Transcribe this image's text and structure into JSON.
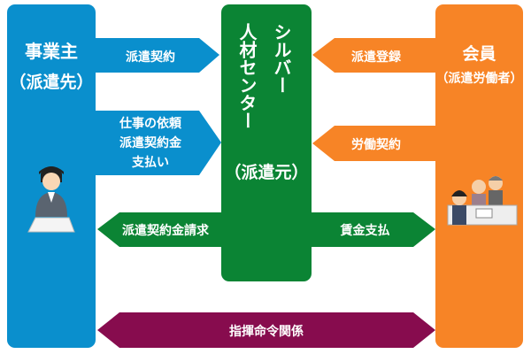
{
  "colors": {
    "employer": "#0a8fcd",
    "center": "#0b8434",
    "member": "#f78426",
    "command": "#870c4e"
  },
  "employer": {
    "title": "事業主",
    "subtitle": "（派遣先）"
  },
  "center": {
    "title_lines": [
      "シルバー",
      "人材センター"
    ],
    "subtitle": "（派遣元）"
  },
  "member": {
    "title": "会員",
    "subtitle": "（派遣労働者）"
  },
  "arrows": {
    "dispatch_contract": "派遣契約",
    "work_request_lines": [
      "仕事の依頼",
      "派遣契約金",
      "支払い"
    ],
    "dispatch_registration": "派遣登録",
    "labor_contract": "労働契約",
    "dispatch_fee_billing": "派遣契約金請求",
    "wage_payment": "賃金支払",
    "command_relationship": "指揮命令関係"
  }
}
